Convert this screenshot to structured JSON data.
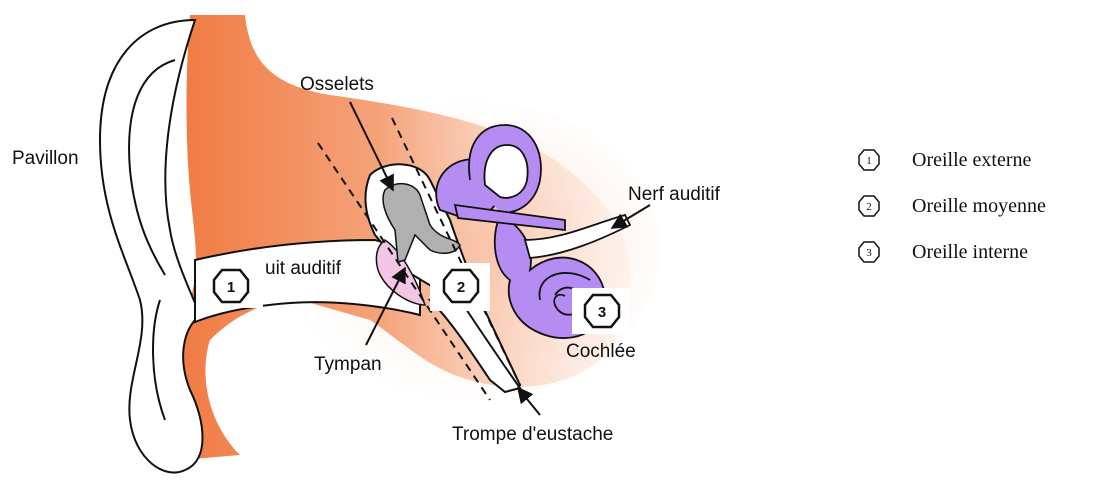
{
  "labels": {
    "pavillon": "Pavillon",
    "osselets": "Osselets",
    "conduit": "uit auditif",
    "nerf": "Nerf auditif",
    "tympan": "Tympan",
    "cochlee": "Cochlée",
    "trompe": "Trompe d'eustache"
  },
  "badges": [
    "1",
    "2",
    "3"
  ],
  "legend": [
    {
      "num": "1",
      "text": "Oreille externe"
    },
    {
      "num": "2",
      "text": "Oreille moyenne"
    },
    {
      "num": "3",
      "text": "Oreille interne"
    }
  ],
  "colors": {
    "skin": "#f08a55",
    "inner": "#b48cf2",
    "tympan": "#f2c6e4",
    "bone": "#b0b0b0"
  }
}
